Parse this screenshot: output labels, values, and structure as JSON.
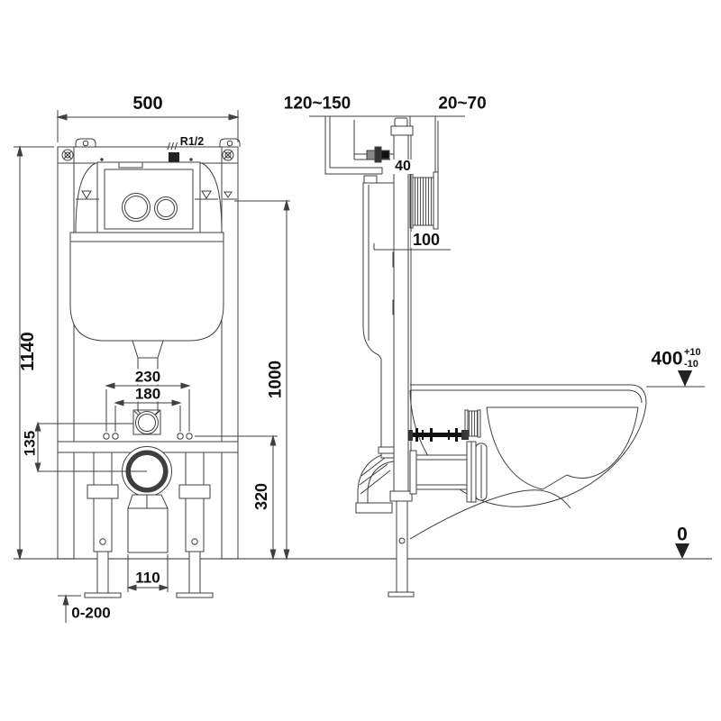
{
  "colors": {
    "line": "#3f3f3f",
    "text": "#111111",
    "background": "#ffffff",
    "fill_dark": "#222222"
  },
  "front_view": {
    "dim_frame_width": "500",
    "dim_frame_height": "1140",
    "dim_button_height": "1000",
    "water_inlet_label": "R1/2",
    "dim_bolt_spacing_outer": "230",
    "dim_bolt_spacing_inner": "180",
    "dim_inlet_to_outlet": "135",
    "dim_outlet_height": "320",
    "dim_outlet_width": "110",
    "dim_foot_adjust": "0-200"
  },
  "side_view": {
    "dim_frame_recess": "120~150",
    "dim_wall_finish": "20~70",
    "dim_profile_depth": "40",
    "dim_cistern_depth": "100",
    "dim_rim_height": "400",
    "dim_rim_tolerance_plus": "+10",
    "dim_rim_tolerance_minus": "-10",
    "dim_floor_level": "0"
  }
}
